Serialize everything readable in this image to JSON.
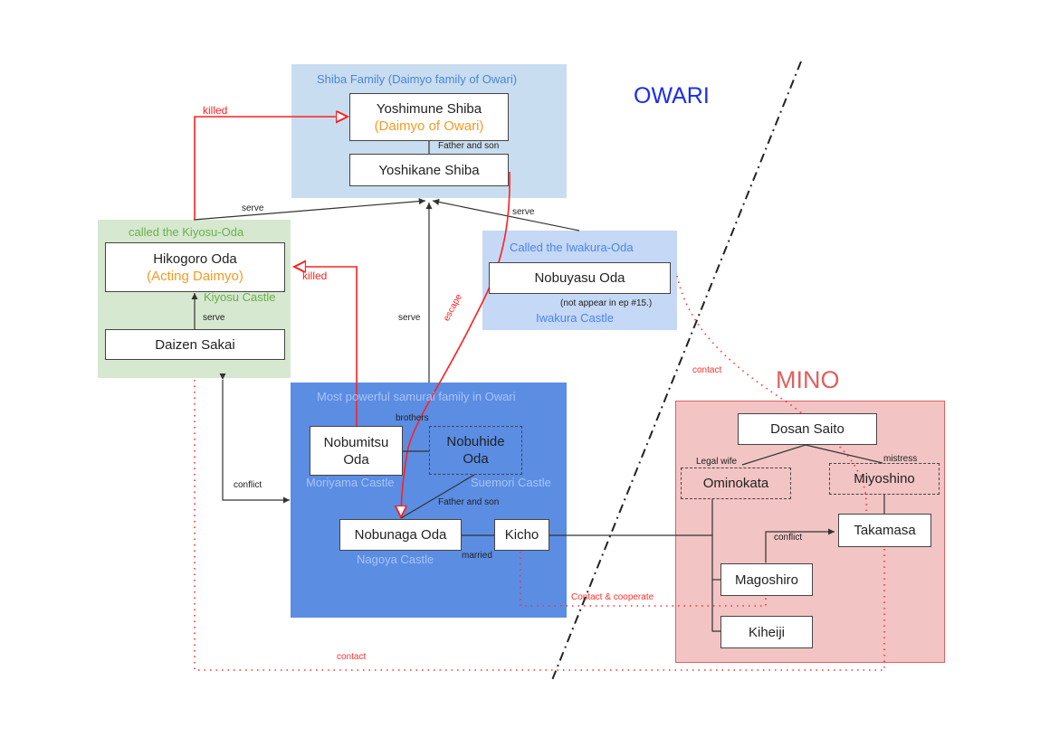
{
  "regions": {
    "owari_label": "OWARI",
    "mino_label": "MINO",
    "shiba": {
      "title": "Shiba Family (Daimyo family of Owari)",
      "color": "#c9ddf0"
    },
    "kiyosu": {
      "title": "called the Kiyosu-Oda",
      "castle": "Kiyosu Castle",
      "color": "#d6e8d0"
    },
    "iwakura": {
      "title": "Called the Iwakura-Oda",
      "castle": "Iwakura Castle",
      "note": "(not appear in ep #15.)",
      "color": "#c5d8f5"
    },
    "oda": {
      "title": "Most powerful samurai family in Owari",
      "color": "#5b8de3",
      "castles": {
        "moriyama": "Moriyama Castle",
        "suemori": "Suemori Castle",
        "nagoya": "Nagoya Castle"
      }
    },
    "mino": {
      "color": "#f2c4c4"
    }
  },
  "nodes": {
    "yoshimune": {
      "name": "Yoshimune Shiba",
      "role": "(Daimyo of Owari)"
    },
    "yoshikane": {
      "name": "Yoshikane Shiba"
    },
    "hikogoro": {
      "name": "Hikogoro Oda",
      "role": "(Acting Daimyo)"
    },
    "daizen": {
      "name": "Daizen Sakai"
    },
    "nobuyasu": {
      "name": "Nobuyasu Oda"
    },
    "nobumitsu": {
      "name_line1": "Nobumitsu",
      "name_line2": "Oda"
    },
    "nobuhide": {
      "name_line1": "Nobuhide",
      "name_line2": "Oda"
    },
    "nobunaga": {
      "name": "Nobunaga Oda"
    },
    "kicho": {
      "name": "Kicho"
    },
    "dosan": {
      "name": "Dosan Saito"
    },
    "ominokata": {
      "name": "Ominokata"
    },
    "miyoshino": {
      "name": "Miyoshino"
    },
    "takamasa": {
      "name": "Takamasa"
    },
    "magoshiro": {
      "name": "Magoshiro"
    },
    "kiheiji": {
      "name": "Kiheiji"
    }
  },
  "edge_labels": {
    "killed_shiba": "killed",
    "killed_hikogoro": "killed",
    "father_son_shiba": "Father and son",
    "serve_kiyosu": "serve",
    "serve_iwakura": "serve",
    "serve_oda": "serve",
    "serve_daizen": "serve",
    "escape": "escape",
    "brothers": "brothers",
    "father_son_oda": "Father and son",
    "married": "married",
    "conflict_kiyosu": "conflict",
    "contact_iwakura": "contact",
    "legal_wife": "Legal wife",
    "mistress": "mistress",
    "conflict_mino": "conflict",
    "contact_cooperate": "Contact & cooperate",
    "contact_bottom": "contact"
  },
  "colors": {
    "killed": "#ff2020",
    "contact": "#ff3030",
    "owari_text": "#1a2cf0",
    "mino_text": "#e06060",
    "line": "#333333"
  }
}
